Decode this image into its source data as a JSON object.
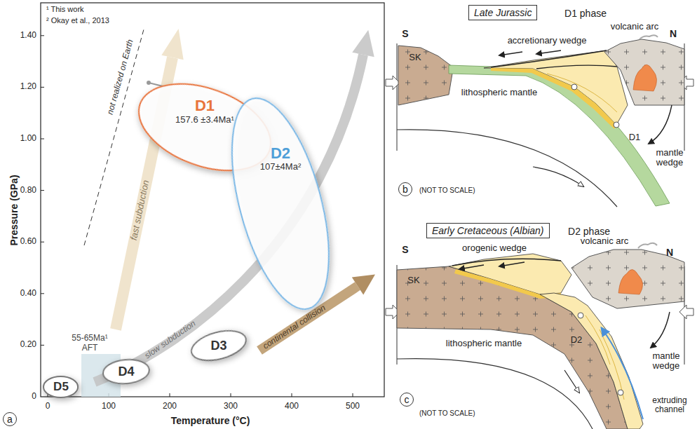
{
  "diagram": {
    "nodes": [
      {
        "text": [
          "D1",
          "157.6 ±3.4Ma¹"
        ]
      },
      {
        "text": [
          "D2",
          "107±4Ma²"
        ]
      },
      {
        "text": [
          "D3"
        ]
      },
      {
        "text": [
          "D4"
        ]
      },
      {
        "text": [
          "D5"
        ]
      },
      {
        "text": [
          "Late Jurassic"
        ]
      },
      {
        "text": [
          "Early Cretaceous (Albian)"
        ]
      }
    ],
    "labels": [
      "¹ This work",
      "² Okay et al., 2013",
      "Pressure (GPa)",
      "Temperature (°C)",
      "0",
      "0.20",
      "0.40",
      "0.60",
      "0.80",
      "1.00",
      "1.20",
      "1.40",
      "0",
      "100",
      "200",
      "300",
      "400",
      "500",
      "not realized on Earth",
      "fast subduction",
      "slow subduction",
      "continental collision",
      "55-65Ma¹",
      "AFT",
      "a",
      "D1 phase",
      "S",
      "N",
      "SK",
      "accretionary wedge",
      "volcanic arc",
      "lithospheric mantle",
      "D1",
      "mantle wedge",
      "b",
      "(NOT TO SCALE)",
      "D2 phase",
      "S",
      "N",
      "SK",
      "orogenic wedge",
      "volcanic arc",
      "D2",
      "mantle wedge",
      "lithospheric mantle",
      "c",
      "(NOT TO SCALE)",
      "extruding channel"
    ]
  }
}
